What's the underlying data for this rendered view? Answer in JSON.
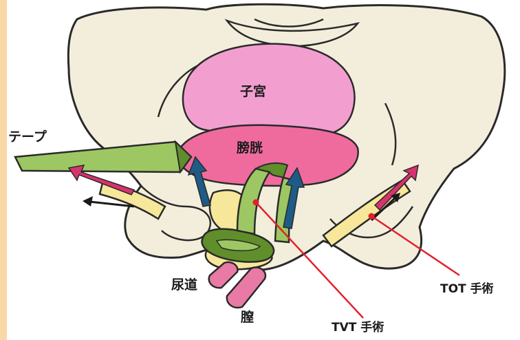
{
  "labels": {
    "uterus": "子宮",
    "bladder": "膀胱",
    "tape": "テープ",
    "urethra": "尿道",
    "vagina": "膣",
    "tvt": "TVT 手術",
    "tot": "TOT 手術"
  },
  "colors": {
    "bone": "#f3eedc",
    "bone_outline": "#2a2a2a",
    "uterus": "#f29fd0",
    "bladder": "#ef6b9e",
    "tape_green": "#9cc762",
    "tape_dark_green": "#5f8e2b",
    "urethra_yellow": "#f7e79a",
    "vagina_pink": "#e97aa5",
    "arrow_blue": "#1e5b86",
    "arrow_magenta": "#d8326f",
    "pointer_red": "#e2202c",
    "left_border": "#f8d9a6"
  }
}
